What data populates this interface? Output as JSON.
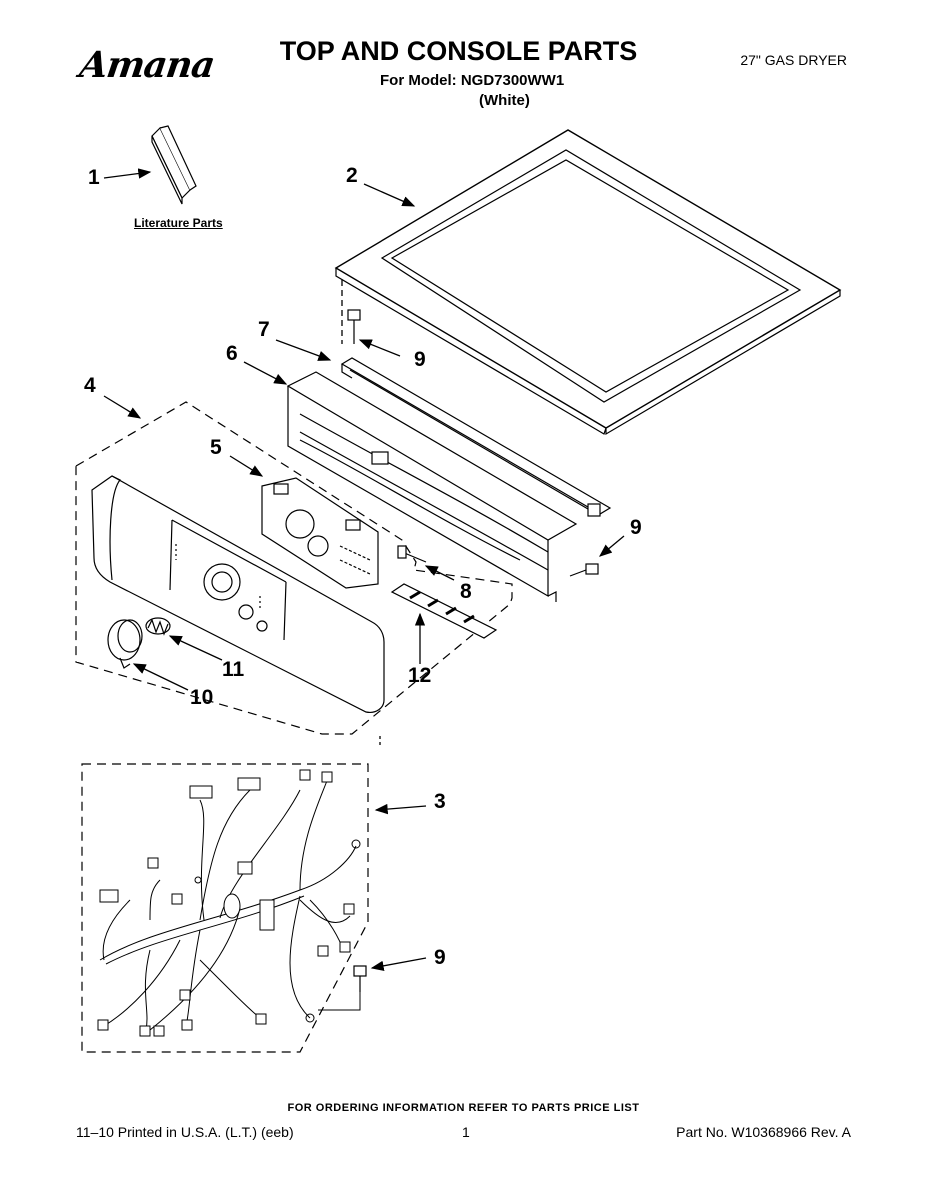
{
  "header": {
    "brand": "Amana",
    "title": "TOP AND CONSOLE PARTS",
    "model_line": "For Model: NGD7300WW1",
    "color_line": "(White)",
    "product": "27\" GAS DRYER"
  },
  "literature_label": "Literature Parts",
  "callouts": [
    {
      "id": "c1",
      "label": "1"
    },
    {
      "id": "c2",
      "label": "2"
    },
    {
      "id": "c3",
      "label": "3"
    },
    {
      "id": "c4",
      "label": "4"
    },
    {
      "id": "c5",
      "label": "5"
    },
    {
      "id": "c6",
      "label": "6"
    },
    {
      "id": "c7",
      "label": "7"
    },
    {
      "id": "c8",
      "label": "8"
    },
    {
      "id": "c9a",
      "label": "9"
    },
    {
      "id": "c9b",
      "label": "9"
    },
    {
      "id": "c9c",
      "label": "9"
    },
    {
      "id": "c10",
      "label": "10"
    },
    {
      "id": "c11",
      "label": "11"
    },
    {
      "id": "c12",
      "label": "12"
    }
  ],
  "footer": {
    "ordering_note": "FOR ORDERING INFORMATION REFER TO PARTS PRICE LIST",
    "print_info": "11–10 Printed in U.S.A. (L.T.) (eeb)",
    "page_number": "1",
    "part_number": "Part No. W10368966 Rev. A"
  }
}
